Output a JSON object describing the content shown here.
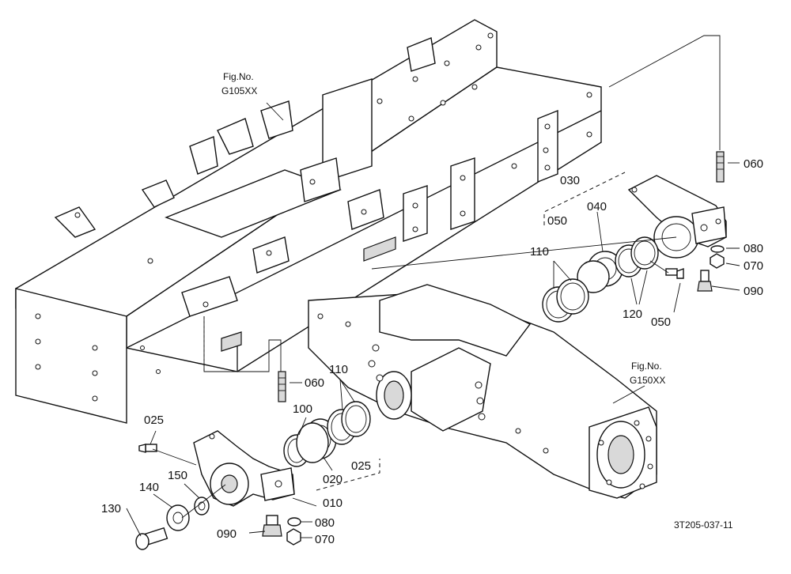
{
  "figure_refs": {
    "frame": {
      "line1": "Fig.No.",
      "line2": "G105XX"
    },
    "axle": {
      "line1": "Fig.No.",
      "line2": "G150XX"
    }
  },
  "labels": {
    "p010": "010",
    "p020": "020",
    "p025_left": "025",
    "p025_mid": "025",
    "p030": "030",
    "p040": "040",
    "p050_upper": "050",
    "p050_lower": "050",
    "p060_right": "060",
    "p060_left": "060",
    "p070_right": "070",
    "p070_left": "070",
    "p080_right": "080",
    "p080_left": "080",
    "p090_right": "090",
    "p090_left": "090",
    "p100": "100",
    "p110_upper": "110",
    "p110_lower": "110",
    "p120": "120",
    "p130": "130",
    "p140": "140",
    "p150": "150"
  },
  "drawing_code": "3T205-037-11"
}
